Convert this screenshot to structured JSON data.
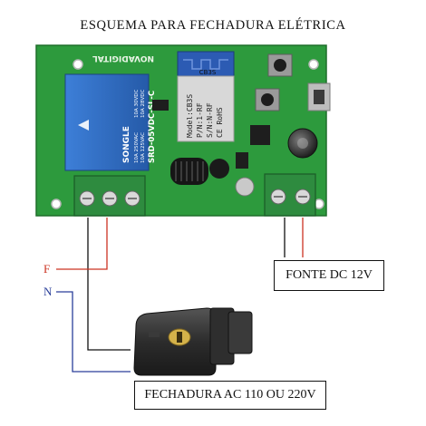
{
  "title": "ESQUEMA PARA FECHADURA ELÉTRICA",
  "module": {
    "brand": "NOVADIGITAL",
    "relay_brand": "SONGLE",
    "relay_model": "SRD-05VDC-SL-C",
    "relay_ratings": [
      "10A 250VAC",
      "10A 125VAC",
      "10A 30VDC",
      "10A 28VDC"
    ],
    "chip_header": "CB3S",
    "chip_lines": [
      "Model:CB3S",
      "P/N:1-RF",
      "S/N:N-RF",
      "CE RoHS"
    ]
  },
  "wires": {
    "f_label": "F",
    "n_label": "N",
    "f_color": "#cc3322",
    "n_color": "#2a3f9a",
    "black_color": "#111111"
  },
  "labels": {
    "power": "FONTE DC 12V",
    "lock": "FECHADURA AC 110 OU 220V"
  },
  "colors": {
    "pcb": "#2d9a3d",
    "terminal": "#2e8b3f",
    "relay": "#2f6bc4",
    "lock_body": "#2c2c2c",
    "cylinder": "#d4b24a"
  }
}
